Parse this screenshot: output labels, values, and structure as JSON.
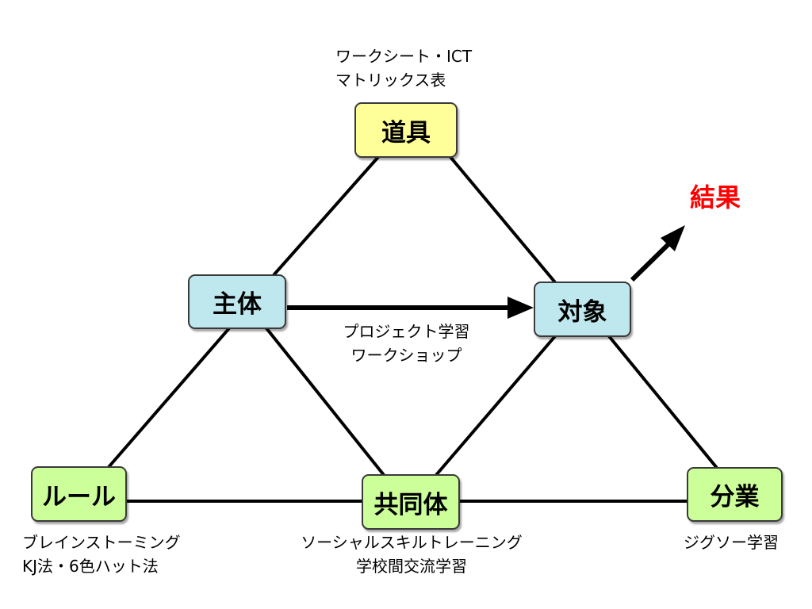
{
  "nodes": {
    "tool": "道具",
    "subject": "主体",
    "object": "対象",
    "rule": "ルール",
    "community": "共同体",
    "division": "分業"
  },
  "result": {
    "label": "結果",
    "color": "#ff0000"
  },
  "notes": {
    "tool": [
      "ワークシート・ICT",
      "マトリックス表"
    ],
    "center": [
      "プロジェクト学習",
      "ワークショップ"
    ],
    "rule": [
      "ブレインストーミング",
      "KJ法・6色ハット法"
    ],
    "community": [
      "ソーシャルスキルトレーニング",
      "学校間交流学習"
    ],
    "division": [
      "ジグソー学習"
    ]
  },
  "colors": {
    "tool_fill": "#ffff99",
    "subject_object_fill": "#bfe8ee",
    "lower_fill": "#ccff99",
    "line": "#000000"
  }
}
